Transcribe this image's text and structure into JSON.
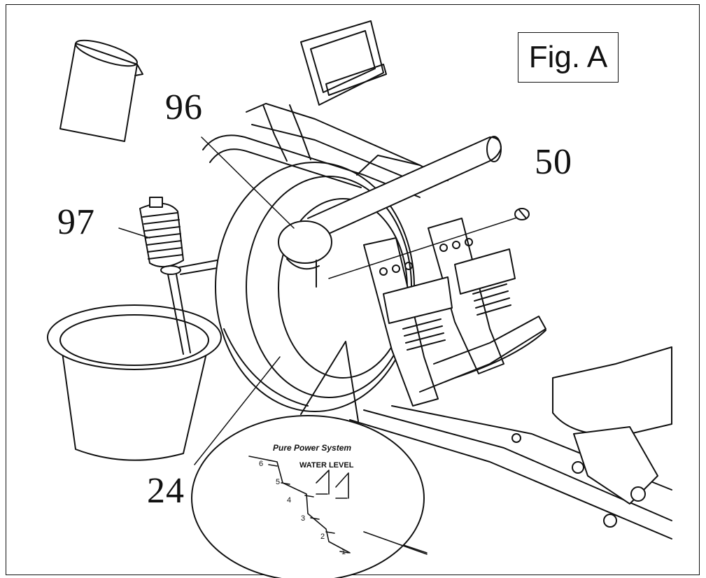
{
  "figure": {
    "label": "Fig. A"
  },
  "callouts": {
    "part_96": "96",
    "part_97": "97",
    "part_50": "50",
    "part_24": "24"
  },
  "detail_panel": {
    "brand": "Pure Power System",
    "heading": "WATER LEVEL",
    "levels": [
      "6",
      "5",
      "4",
      "3",
      "2",
      "1"
    ]
  }
}
